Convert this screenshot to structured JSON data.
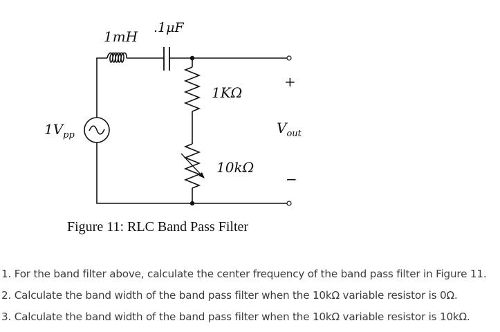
{
  "circuit": {
    "inductor_label": "1mH",
    "capacitor_label": ".1μF",
    "resistor_label": "1KΩ",
    "variable_resistor_label": "10kΩ",
    "source_label": "1V",
    "source_subscript": "pp",
    "output_label": "V",
    "output_subscript": "out",
    "plus_label": "+",
    "minus_label": "−"
  },
  "caption": "Figure 11: RLC Band Pass Filter",
  "questions": [
    "1. For the band filter above, calculate the center frequency of the band pass filter in Figure 11.",
    "2. Calculate the band width of the band pass filter when the 10kΩ variable resistor is 0Ω.",
    "3. Calculate the band width of the band pass filter when the 10kΩ variable resistor is 10kΩ."
  ]
}
